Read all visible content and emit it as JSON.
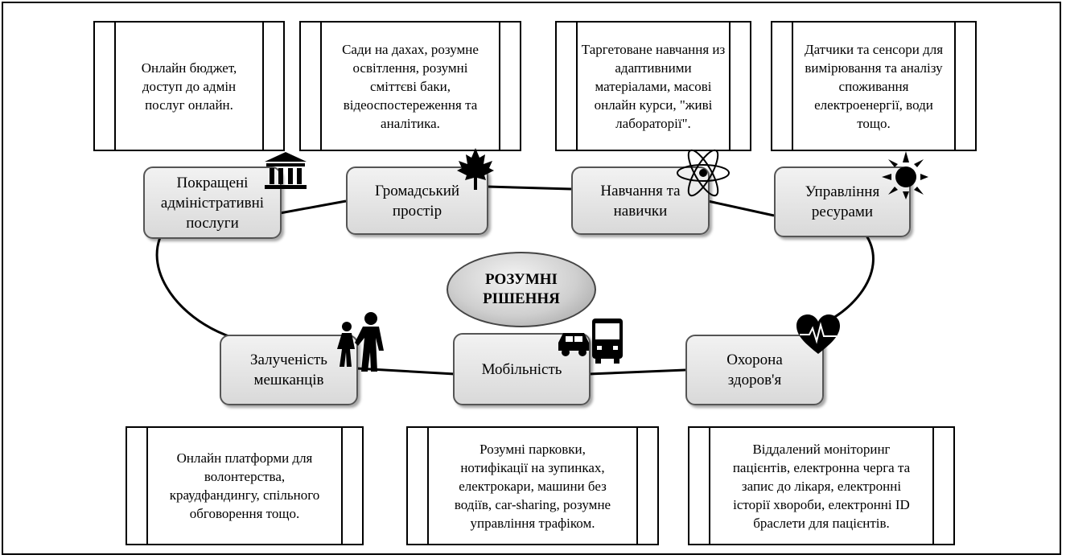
{
  "center": {
    "line1": "РОЗУМНІ",
    "line2": "РІШЕННЯ"
  },
  "nodes": {
    "admin": {
      "l1": "Покращені",
      "l2": "адміністративні",
      "l3": "послуги"
    },
    "public": {
      "l1": "Громадський",
      "l2": "простір"
    },
    "education": {
      "l1": "Навчання та",
      "l2": "навички"
    },
    "resources": {
      "l1": "Управління",
      "l2": "ресурами"
    },
    "health": {
      "l1": "Охорона",
      "l2": "здоров'я"
    },
    "mobility": {
      "l1": "Мобільність"
    },
    "engagement": {
      "l1": "Залученість",
      "l2": "мешканців"
    }
  },
  "descriptions": {
    "admin": [
      "Онлайн бюджет,",
      "доступ до адмін",
      "послуг онлайн."
    ],
    "public": [
      "Сади на дахах, розумне",
      "освітлення,  розумні",
      "сміттєві баки,",
      "відеоспостереження та",
      "аналітика."
    ],
    "education": [
      "Таргетоване навчання из",
      "адаптивними",
      "матеріалами, масові",
      "онлайн курси, \"живі",
      "лабораторії\"."
    ],
    "resources": [
      "Датчики та сенсори для",
      "вимірювання та аналізу",
      "споживання",
      "електроенергії, води",
      "тощо."
    ],
    "engagement": [
      "Онлайн платформи для",
      "волонтерства,",
      "краудфандингу, спільного",
      "обговорення тощо."
    ],
    "mobility": [
      "Розумні парковки,",
      "нотифікації на зупинках,",
      "електрокари, машини без",
      "водіїв, car-sharing, розумне",
      "управління трафіком."
    ],
    "health": [
      "Віддалений моніторинг",
      "пацієнтів, електронна черга та",
      "запис до лікаря, електронні",
      "історії хвороби, електронні ID",
      "браслети для пацієнтів."
    ]
  },
  "icons": {
    "admin": "bank-icon",
    "public": "maple-leaf-icon",
    "education": "atom-icon",
    "resources": "sun-icon",
    "health": "heart-pulse-icon",
    "mobility": "car-bus-icon",
    "engagement": "people-icon"
  }
}
